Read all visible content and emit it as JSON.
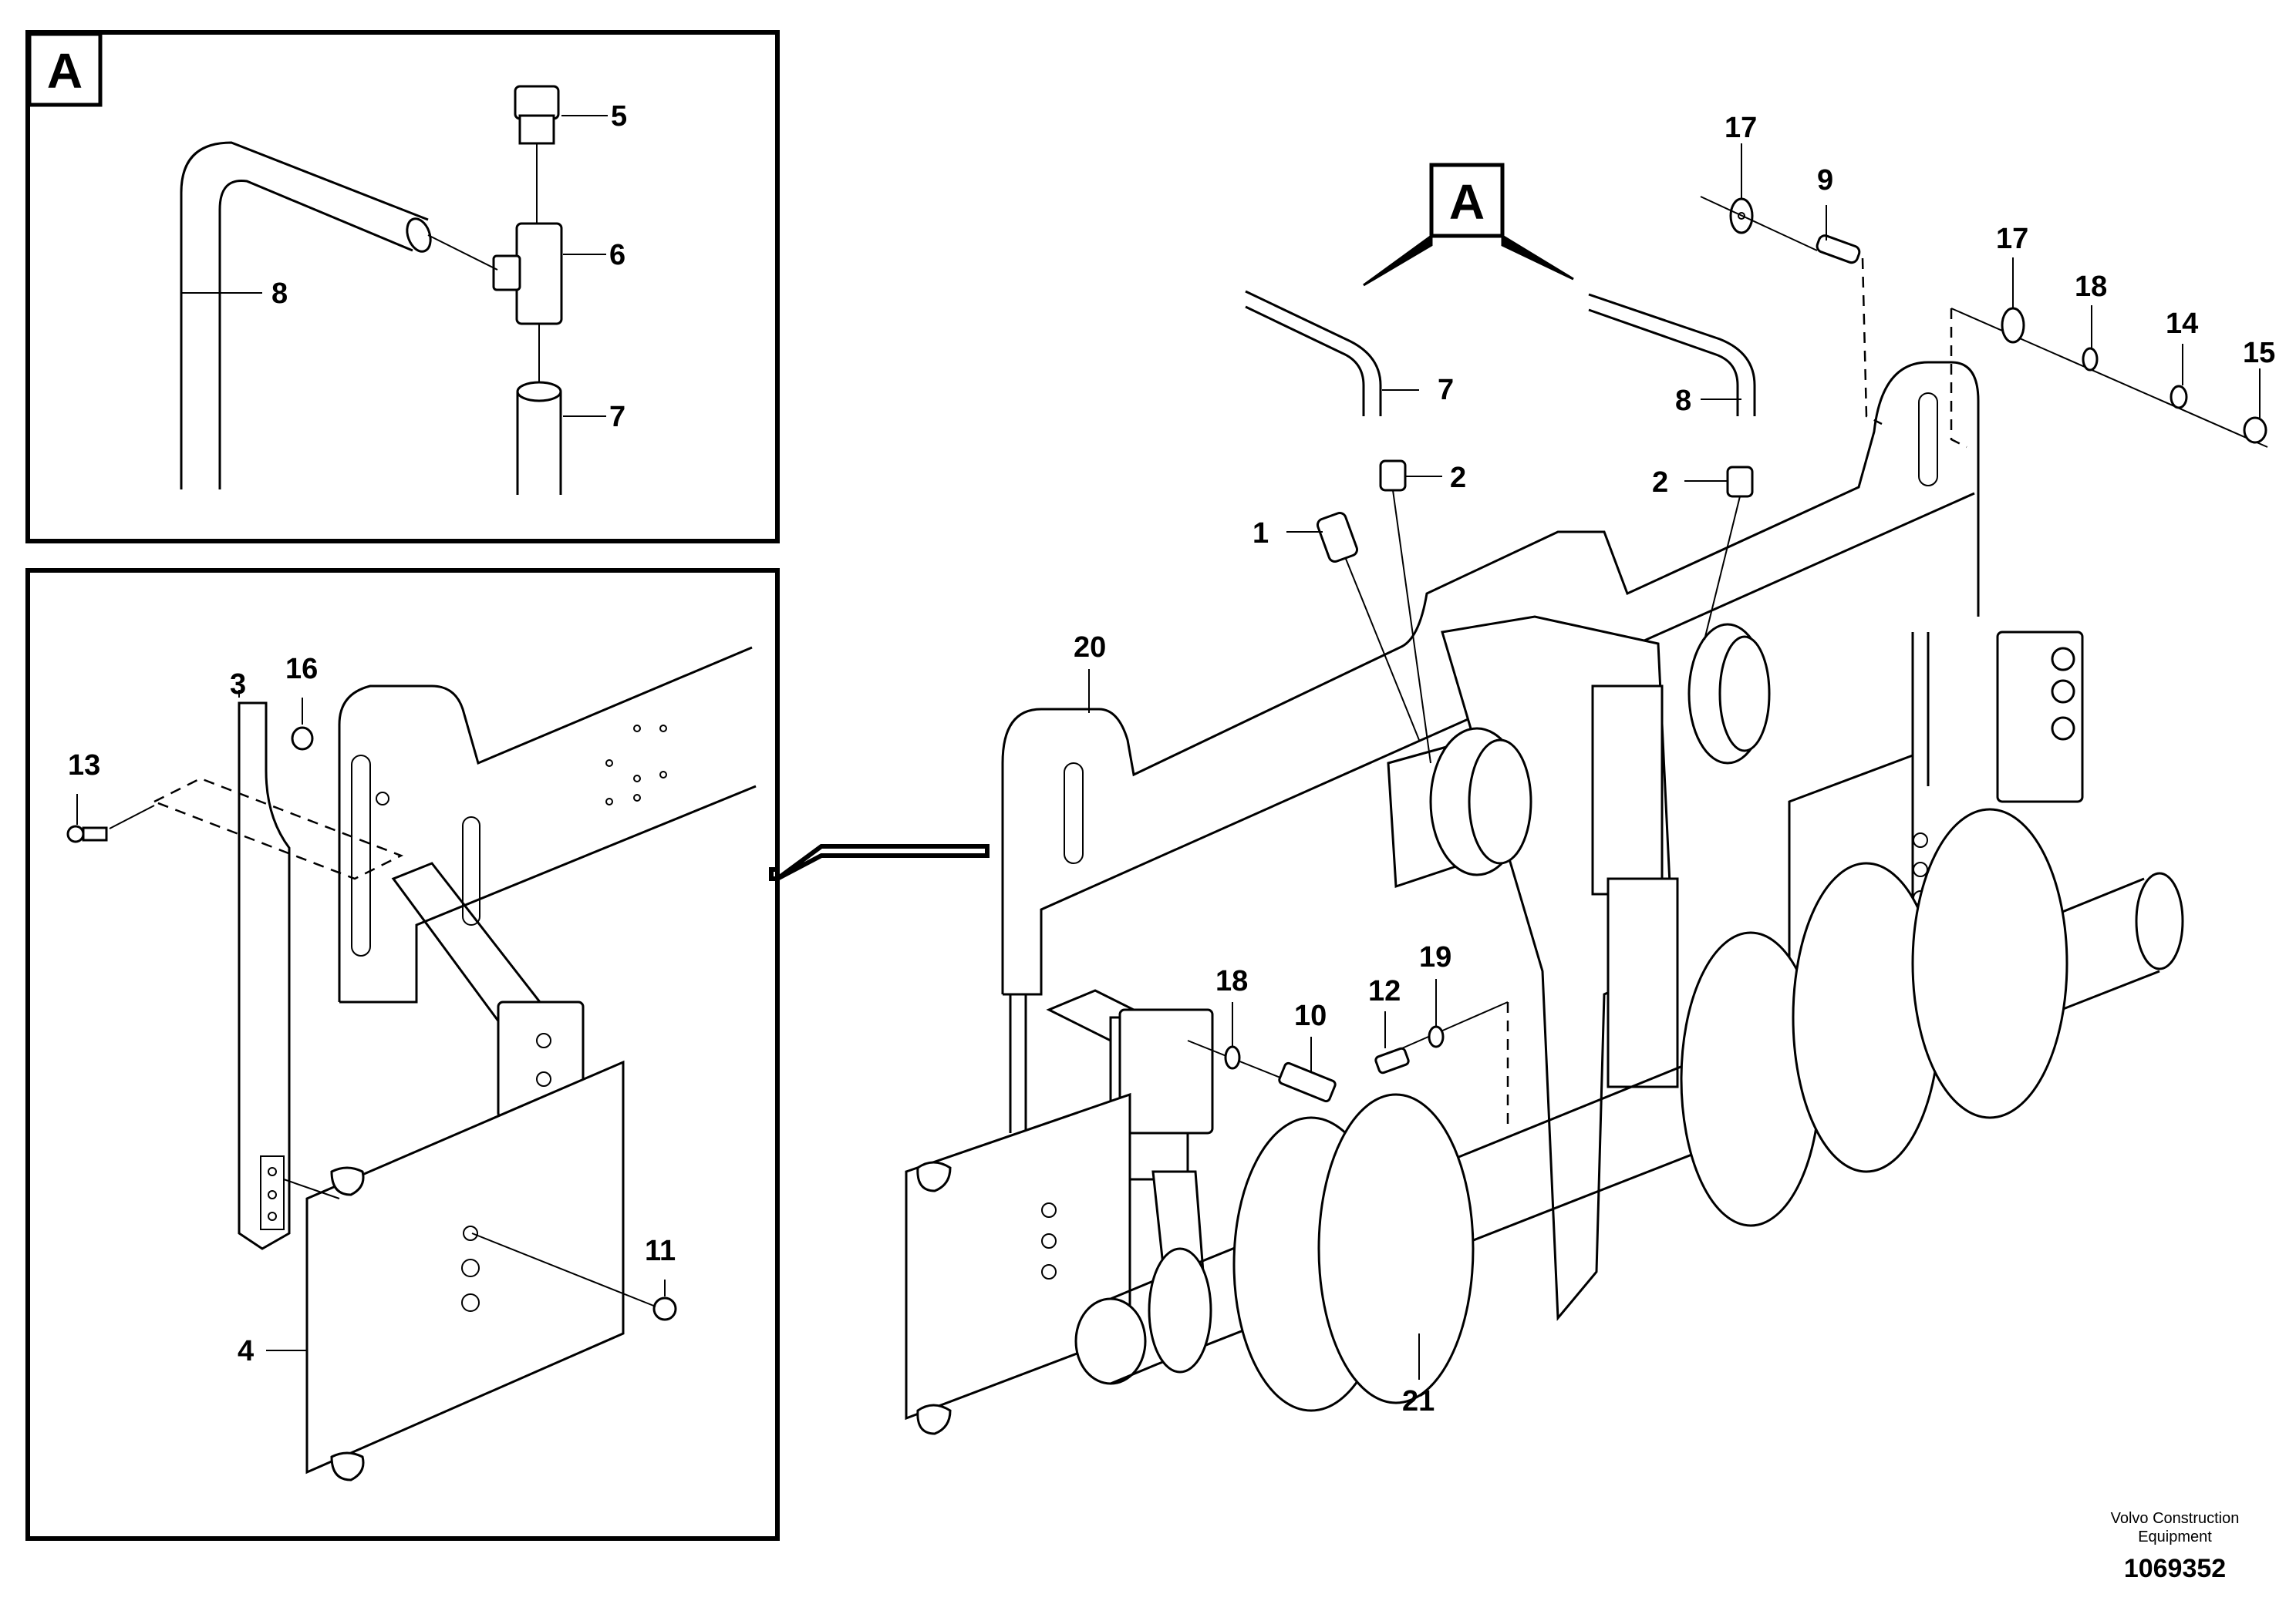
{
  "detail_a": {
    "letter": "A",
    "callouts": {
      "p5": "5",
      "p6": "6",
      "p7": "7",
      "p8": "8"
    }
  },
  "detail_b": {
    "callouts": {
      "p3": "3",
      "p16": "16",
      "p13": "13",
      "p11": "11",
      "p4": "4"
    }
  },
  "main": {
    "detail_letter": "A",
    "callouts": {
      "p17a": "17",
      "p9": "9",
      "p17b": "17",
      "p18a": "18",
      "p14": "14",
      "p15": "15",
      "p7": "7",
      "p8": "8",
      "p2a": "2",
      "p2b": "2",
      "p1": "1",
      "p20": "20",
      "p18b": "18",
      "p10": "10",
      "p12": "12",
      "p19": "19",
      "p21": "21"
    }
  },
  "footer": {
    "company_line1": "Volvo Construction",
    "company_line2": "Equipment",
    "drawing_number": "1069352"
  }
}
